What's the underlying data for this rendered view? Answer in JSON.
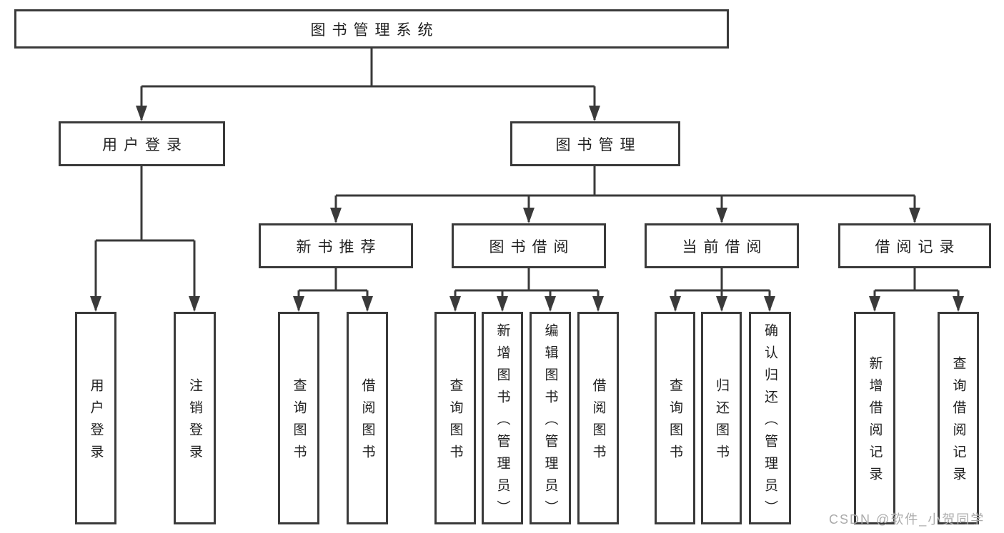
{
  "tree": {
    "root": "图书管理系统",
    "branches": [
      {
        "label": "用户登录",
        "children": [
          "用户登录",
          "注销登录"
        ]
      },
      {
        "label": "图书管理",
        "children": [
          {
            "label": "新书推荐",
            "children": [
              "查询图书",
              "借阅图书"
            ]
          },
          {
            "label": "图书借阅",
            "children": [
              "查询图书",
              "新增图书（管理员）",
              "编辑图书（管理员）",
              "借阅图书"
            ]
          },
          {
            "label": "当前借阅",
            "children": [
              "查询图书",
              "归还图书",
              "确认归还（管理员）"
            ]
          },
          {
            "label": "借阅记录",
            "children": [
              "新增借阅记录",
              "查询借阅记录"
            ]
          }
        ]
      }
    ]
  },
  "watermark": {
    "text": "CSDN @软件_小贺同学"
  },
  "colors": {
    "line": "#3a3a3a",
    "text": "#1f1f1f",
    "box_background": "#ffffff",
    "watermark": "#ababab",
    "page_background": "#ffffff"
  }
}
